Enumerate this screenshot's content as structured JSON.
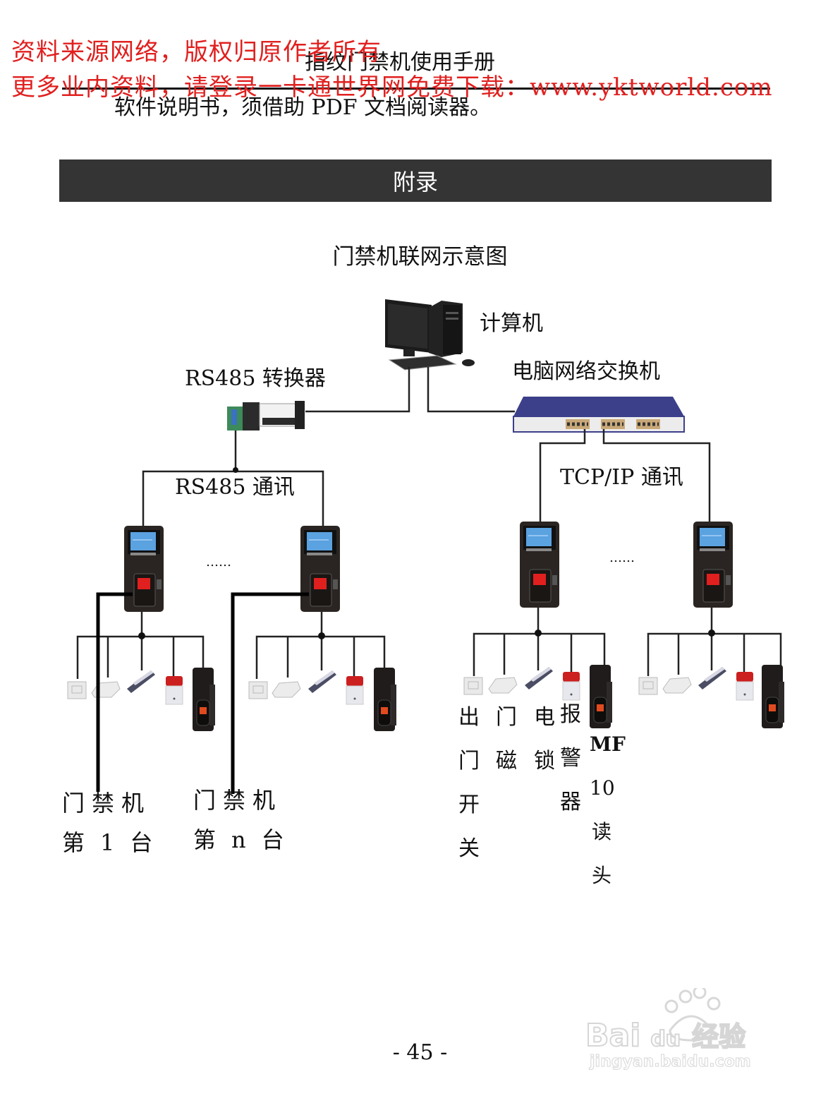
{
  "watermark": {
    "line1": "资料来源网络，版权归原作者所有",
    "line2": "更多业内资料，请登录一卡通世界网免费下载：www.yktworld.com",
    "color": "#e0201f"
  },
  "header": {
    "title": "指纹门禁机使用手册"
  },
  "body": {
    "line": "软件说明书，须借助 PDF 文档阅读器。"
  },
  "appendix": {
    "label": "附录",
    "bar_color": "#343434"
  },
  "diagram": {
    "title": "门禁机联网示意图",
    "nodes": {
      "computer": "计算机",
      "rs485_converter": "RS485 转换器",
      "network_switch": "电脑网络交换机",
      "rs485_bus": "RS485 通讯",
      "tcpip_bus": "TCP/IP 通讯",
      "ellipsis": "……"
    },
    "unit_labels": {
      "first": {
        "line1": [
          "门",
          "禁",
          "机"
        ],
        "line2": [
          "第",
          "1",
          "台"
        ]
      },
      "nth": {
        "line1": [
          "门",
          "禁",
          "机"
        ],
        "line2": [
          "第",
          "n",
          "台"
        ]
      }
    },
    "peripheral_labels": [
      {
        "name": "exit-button",
        "chars": [
          "出",
          "门",
          "开",
          "关"
        ]
      },
      {
        "name": "door-sensor",
        "chars": [
          "门",
          "磁"
        ]
      },
      {
        "name": "electric-lock",
        "chars": [
          "电",
          "锁"
        ]
      },
      {
        "name": "alarm",
        "chars": [
          "报",
          "警",
          "器"
        ]
      },
      {
        "name": "mf10-reader",
        "chars": [
          "MF",
          "10",
          "读",
          "头"
        ]
      }
    ]
  },
  "footer": {
    "page_number": "- 45 -"
  },
  "logo": {
    "brand": "Bai",
    "brand_mid": "du",
    "brand_cn": "经验",
    "url": "jingyan.baidu.com"
  }
}
